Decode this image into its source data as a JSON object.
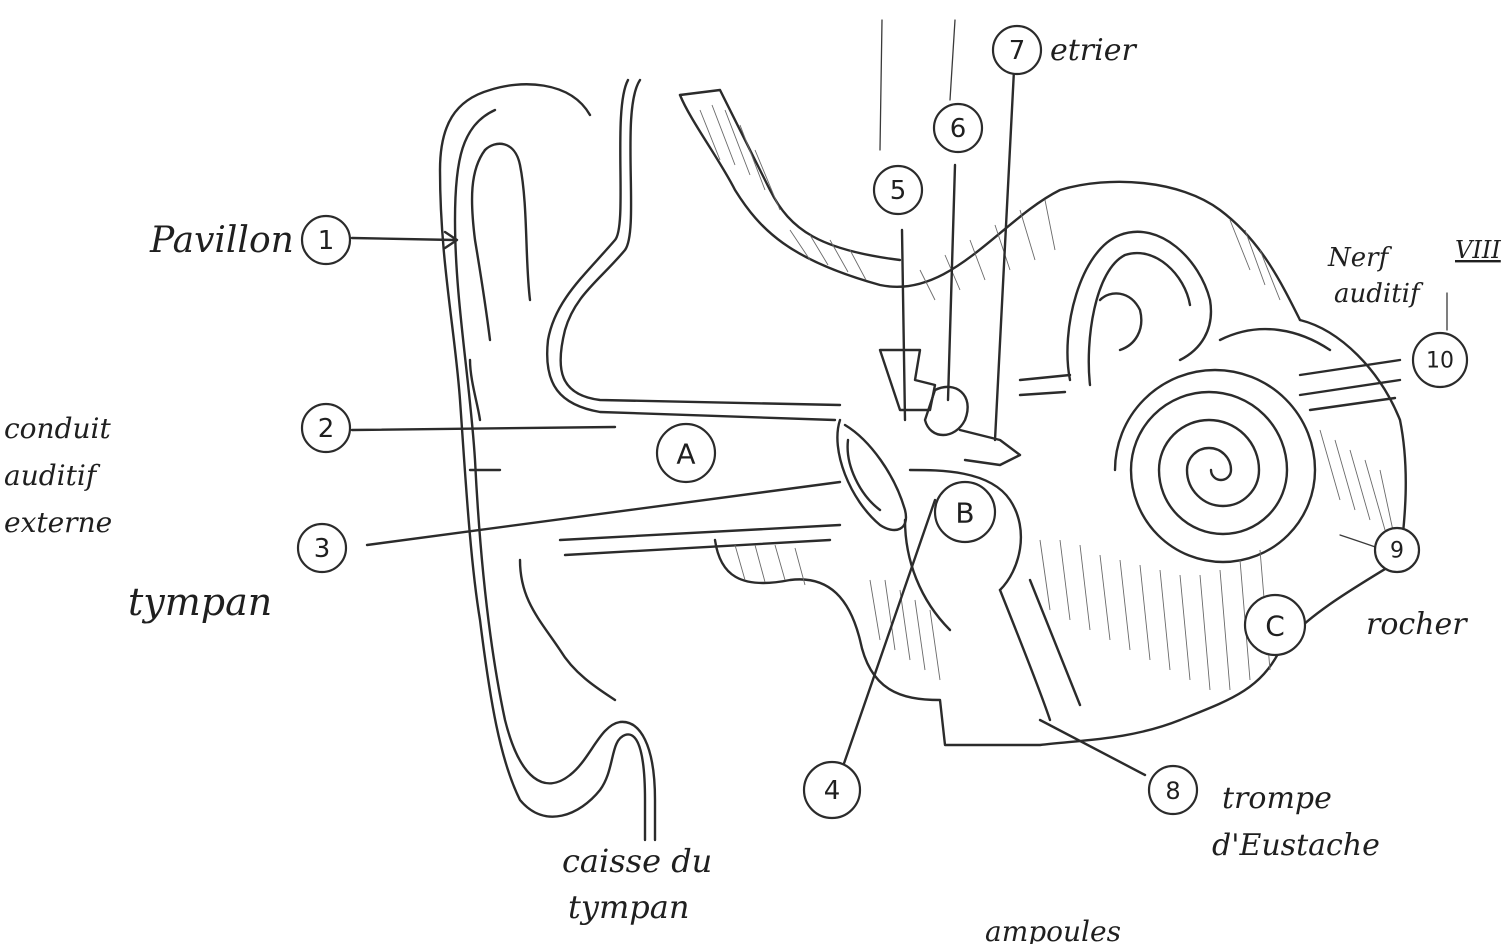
{
  "labels": {
    "pavillon": "Pavillon",
    "conduit_line1": "conduit",
    "conduit_line2": "auditif",
    "conduit_line3": "externe",
    "tympan": "tympan",
    "caisse_line1": "caisse du",
    "caisse_line2": "tympan",
    "etrier": "etrier",
    "nerf_line1": "Nerf",
    "nerf_roman": "VIII",
    "nerf_line2": "auditif",
    "rocher": "rocher",
    "trompe_line1": "trompe",
    "trompe_line2": "d'Eustache",
    "ampoules": "ampoules"
  },
  "markers": {
    "m1": "1",
    "m2": "2",
    "m3": "3",
    "m4": "4",
    "m5": "5",
    "m6": "6",
    "m7": "7",
    "m8": "8",
    "m9": "9",
    "m10": "10"
  },
  "regions": {
    "A": "A",
    "B": "B",
    "C": "C"
  },
  "colors": {
    "ink": "#2b2b2b",
    "paper": "#ffffff"
  }
}
